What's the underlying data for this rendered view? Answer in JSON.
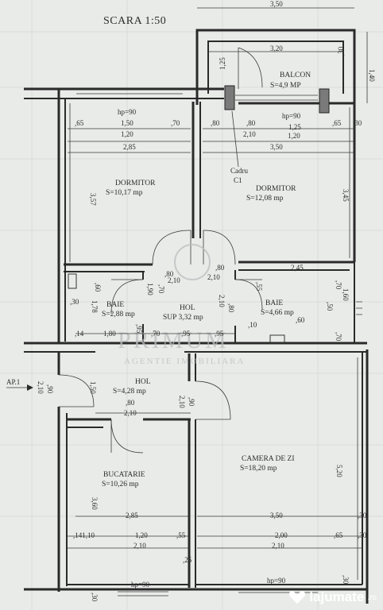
{
  "scale_title": "SCARA 1:50",
  "rooms": {
    "balcon": {
      "name": "BALCON",
      "area": "S=4,9 MP"
    },
    "dormitor1": {
      "name": "DORMITOR",
      "area": "S=10,17 mp"
    },
    "dormitor2": {
      "name": "DORMITOR",
      "area": "S=12,08 mp"
    },
    "baie1": {
      "name": "BAIE",
      "area": "S=2,88 mp"
    },
    "hol_sup": {
      "name": "HOL",
      "area": "SUP 3,32 mp"
    },
    "baie2": {
      "name": "BAIE",
      "area": "S=4,66 mp"
    },
    "hol": {
      "name": "HOL",
      "area": "S=4,28 mp"
    },
    "bucatarie": {
      "name": "BUCATARIE",
      "area": "S=10,26 mp"
    },
    "camera_zi": {
      "name": "CAMERA DE ZI",
      "area": "S=18,20 mp"
    }
  },
  "notes": {
    "cadru": "Cadru",
    "c1": "C1",
    "ap": "AP.1",
    "hp_top_left": "hp=90",
    "hp_top_right": "hp=90",
    "hp_bottom_left": "hp=90",
    "hp_bottom_right": "hp=90"
  },
  "dimensions": {
    "top_350": "3,50",
    "top_320": "3,20",
    "side_140": "1,40",
    "balcon_125": "1,25",
    "balcon_30": ",30",
    "d_65a": ",65",
    "d_150": "1,50",
    "d_70a": ",70",
    "d_80a": ",80",
    "d_80b": ",80",
    "d_125": "1,25",
    "d_65b": ",65",
    "d_30a": ",30",
    "d_120a": "1,20",
    "d_210a": "2,10",
    "d_120b": "1,20",
    "d_285a": "2,85",
    "d_350a": "3,50",
    "d_357": "3,57",
    "d_345": "3,45",
    "d_80c": ",80",
    "d_210b": "2,10",
    "d_80d": ",80",
    "d_210c": "2,10",
    "d_245": "2,45",
    "d_55": ",55",
    "d_70b": ",70",
    "d_160": "1,60",
    "d_60a": ",60",
    "d_30b": ",30",
    "d_178": "1,78",
    "d_190": "1,90",
    "d_210d": "2,10",
    "d_80e": ",80",
    "d_70c": ",70",
    "d_50": ",50",
    "d_60b": ",60",
    "d_95a": ",95",
    "d_14": ",14",
    "d_180": "1,80",
    "d_95b": ",95",
    "d_70d": ",70",
    "d_95c": ",95",
    "d_10": ",10",
    "d_70e": ",70",
    "d_90a": ",90",
    "d_210e": "2,10",
    "d_150b": "1,50",
    "d_80f": ",80",
    "d_210f": "2,10",
    "d_90b": ",90",
    "d_210g": "2,10",
    "d_360": "3,60",
    "d_520": "5,20",
    "d_285b": "2,85",
    "d_350b": "3,50",
    "d_30c": ",30",
    "d_141": ",141,10",
    "d_120c": "1,20",
    "d_55b": ",55",
    "d_200": "2,00",
    "d_65c": ",65",
    "d_30d": ",30",
    "d_210h": "2,10",
    "d_210i": "2,10",
    "d_30e": ",30",
    "d_30f": ",30",
    "d_25": ",25"
  },
  "watermark": {
    "brand": "PRIMUM",
    "sub": "AGENTIE IMOBILIARA"
  },
  "footer_brand": "lajumate",
  "footer_tld": ".ro",
  "colors": {
    "paper": "#e9ebe9",
    "ink": "#2a2a2a",
    "wall_fill": "#8a8a8a",
    "watermark": "#b9bdbd"
  }
}
